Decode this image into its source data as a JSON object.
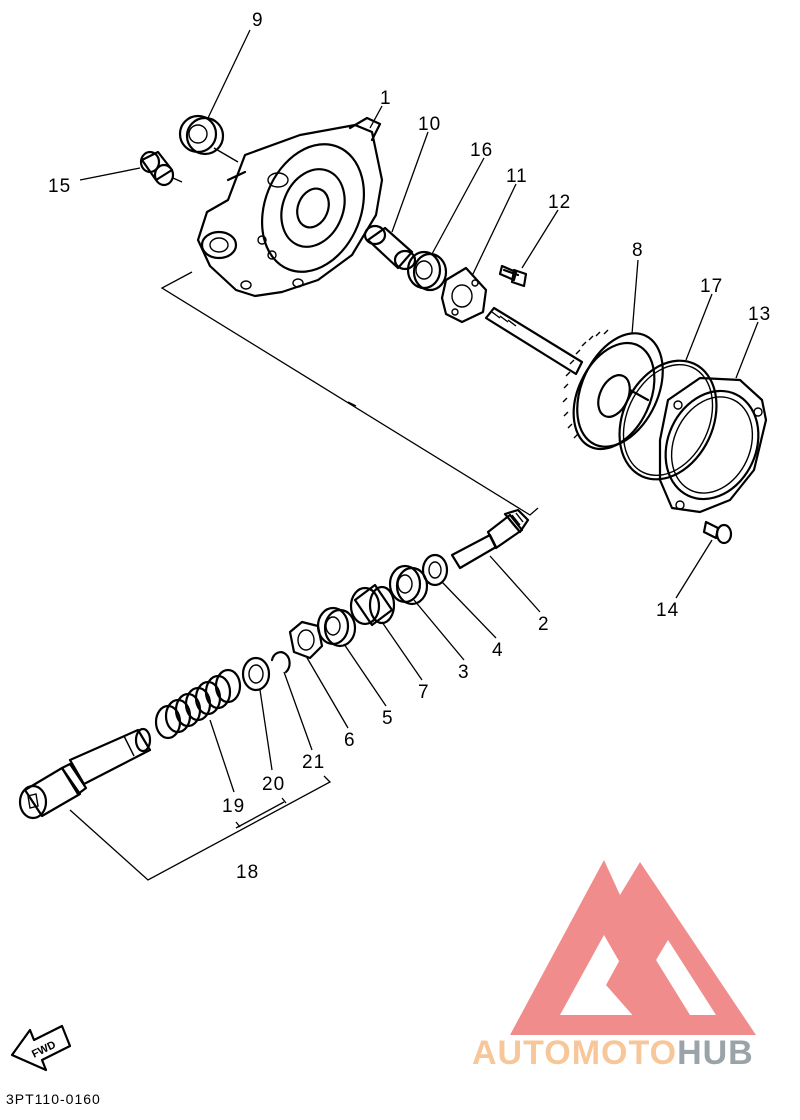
{
  "callouts": {
    "c1": "1",
    "c2": "2",
    "c3": "3",
    "c4": "4",
    "c5": "5",
    "c6": "6",
    "c7": "7",
    "c8": "8",
    "c9": "9",
    "c10": "10",
    "c11": "11",
    "c12": "12",
    "c13": "13",
    "c14": "14",
    "c15": "15",
    "c16": "16",
    "c17": "17",
    "c18": "18",
    "c19": "19",
    "c20": "20",
    "c21": "21"
  },
  "fwd_label": "FWD",
  "diagram_code": "3PT110-0160",
  "watermark": {
    "brand_part_a": "AUTOMOTO",
    "brand_part_b": "HUB",
    "colors": {
      "logo": "#f08080",
      "text_a": "#f7c79a",
      "text_b": "#9aa3a8"
    }
  }
}
